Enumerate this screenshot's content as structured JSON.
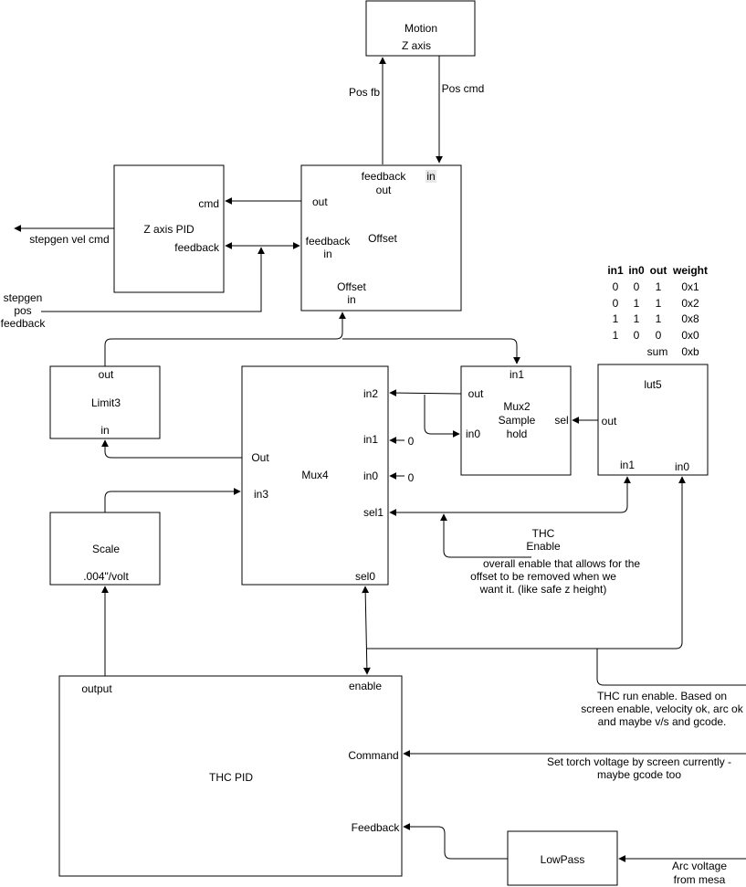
{
  "blocks": {
    "motion": {
      "title": "Motion",
      "sub": "Z axis"
    },
    "pid_z": {
      "title": "Z axis PID",
      "cmd": "cmd",
      "feedback": "feedback"
    },
    "offset": {
      "feedback_out_1": "feedback",
      "feedback_out_2": "out",
      "in": "in",
      "out": "out",
      "feedback_in_1": "feedback",
      "feedback_in_2": "in",
      "title": "Offset",
      "offset_in_1": "Offset",
      "offset_in_2": "in"
    },
    "limit3": {
      "out": "out",
      "title": "Limit3",
      "in": "in"
    },
    "mux4": {
      "title": "Mux4",
      "in2": "in2",
      "in1": "in1",
      "in0": "in0",
      "sel1": "sel1",
      "sel0": "sel0",
      "out": "Out",
      "in3": "in3",
      "const_in1": "0",
      "const_in0": "0"
    },
    "mux2": {
      "in1": "in1",
      "out": "out",
      "in0": "in0",
      "sel": "sel",
      "title_1": "Mux2",
      "title_2": "Sample",
      "title_3": "hold"
    },
    "lut5": {
      "title": "lut5",
      "out": "out",
      "in1": "in1",
      "in0": "in0"
    },
    "scale": {
      "title": "Scale",
      "sub": ".004\"/volt"
    },
    "thc_pid": {
      "title": "THC PID",
      "output": "output",
      "enable": "enable",
      "command": "Command",
      "feedback": "Feedback"
    },
    "lowpass": {
      "title": "LowPass"
    }
  },
  "labels": {
    "pos_fb": "Pos fb",
    "pos_cmd": "Pos cmd",
    "stepgen_vel": "stepgen vel cmd",
    "stepgen_pos_1": "stepgen",
    "stepgen_pos_2": "pos",
    "stepgen_pos_3": "feedback",
    "thc_enable_1": "THC",
    "thc_enable_2": "Enable",
    "enable_note_1": "overall enable that allows for the",
    "enable_note_2": "offset to be removed when we",
    "enable_note_3": "want it.  (like safe z height)",
    "run_enable_1": "THC run enable.  Based on",
    "run_enable_2": "screen enable, velocity ok, arc ok",
    "run_enable_3": "and maybe v/s and gcode.",
    "torch_voltage_1": "Set torch voltage by screen currently -",
    "torch_voltage_2": "maybe gcode too",
    "arc_voltage_1": "Arc voltage",
    "arc_voltage_2": "from mesa"
  },
  "truth_table": {
    "headers": [
      "in1",
      "in0",
      "out",
      "weight"
    ],
    "rows": [
      [
        "0",
        "0",
        "1",
        "0x1"
      ],
      [
        "0",
        "1",
        "1",
        "0x2"
      ],
      [
        "1",
        "1",
        "1",
        "0x8"
      ],
      [
        "1",
        "0",
        "0",
        "0x0"
      ]
    ],
    "sum_label": "sum",
    "sum_value": "0xb"
  }
}
